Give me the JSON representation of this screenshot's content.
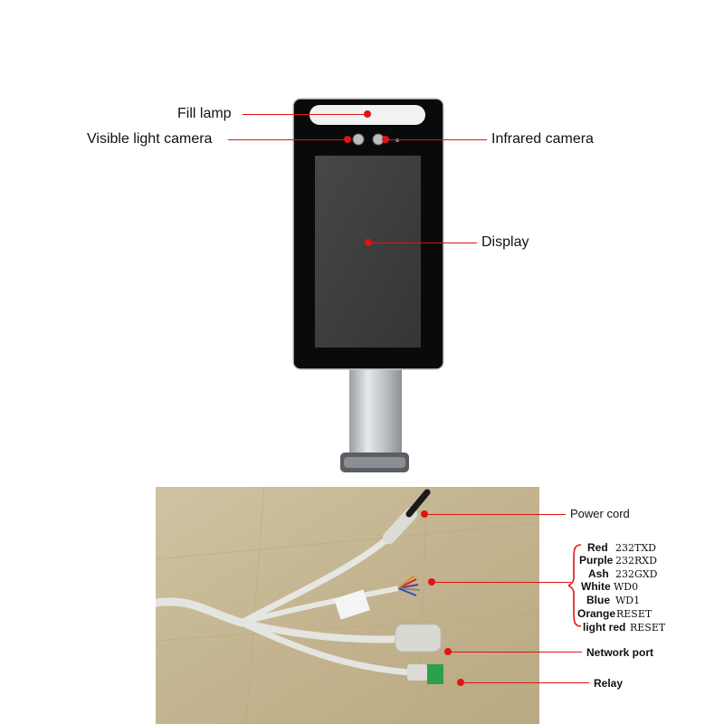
{
  "device_labels": {
    "fill_lamp": "Fill lamp",
    "visible_light_camera": "Visible light camera",
    "infrared_camera": "Infrared camera",
    "display": "Display"
  },
  "cable_labels": {
    "power_cord": "Power cord",
    "network_port": "Network port",
    "relay": "Relay"
  },
  "wires": [
    {
      "color": "Red",
      "signal": "232TXD"
    },
    {
      "color": "Purple",
      "signal": "232RXD"
    },
    {
      "color": "Ash",
      "signal": "232GXD"
    },
    {
      "color": "White",
      "signal": "WD0"
    },
    {
      "color": "Blue",
      "signal": "WD1"
    },
    {
      "color": "Orange",
      "signal": "RESET"
    },
    {
      "color": "light red",
      "signal": "RESET"
    }
  ],
  "colors": {
    "annotation": "#e01414",
    "device_bezel": "#0a0a0a",
    "screen": "#3c3c3c",
    "photo_background": "#c9bb98"
  }
}
